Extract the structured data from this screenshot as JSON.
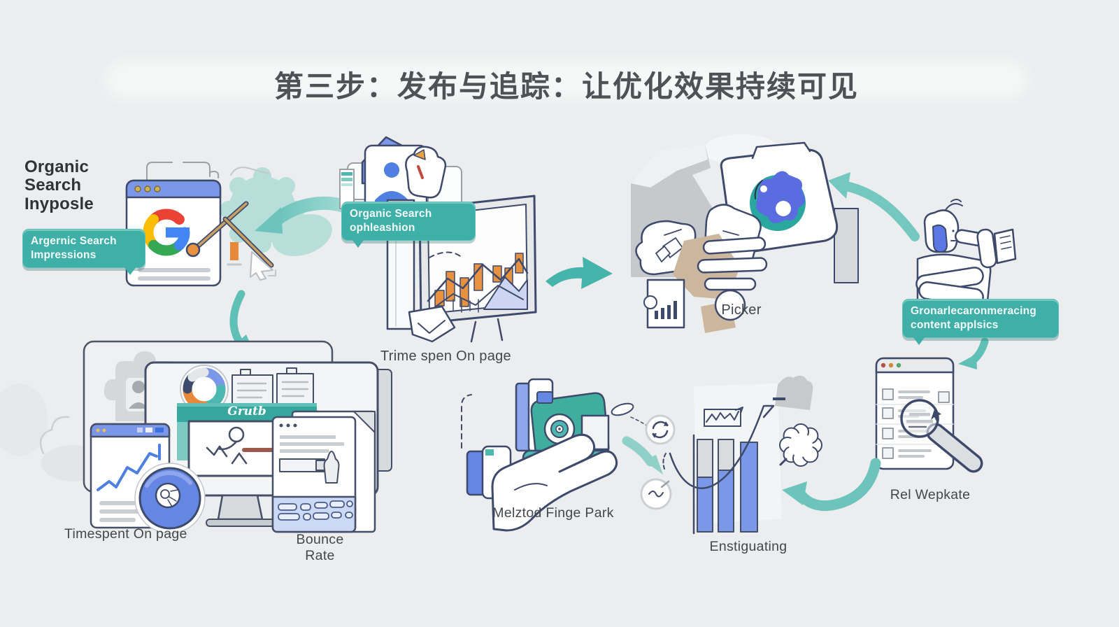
{
  "title": "第三步：发布与追踪：让优化效果持续可见",
  "annotations": {
    "organic_block": "Organic\nSearch\nInyposle",
    "impressions_tag": "Argernic Search\nImpressions",
    "optimization_tag": "Organic Search\nophleashion",
    "robot_tag": "Gronarlecaronmeracing\ncontent applsics"
  },
  "captions": {
    "board": "Trime spen On page",
    "picker": "Picker",
    "monitor_banner": "Grutb",
    "timespent": "Timespent On page",
    "bounce_rate": "Bounce Rate",
    "method": "Melztod Finge Park",
    "estimating": "Enstiguating",
    "website": "Rel Wepkate"
  },
  "colors": {
    "background": "#ebedee",
    "teal_tag": "#3fb0a8",
    "teal_arrow": "#6cc4bc",
    "navy_outline": "#3e4a6b",
    "blue_fill": "#7b97e8",
    "orange": "#e8883a",
    "google_red": "#ea4335",
    "google_yellow": "#fbbc05",
    "google_green": "#34a853",
    "google_blue": "#4285f4"
  }
}
